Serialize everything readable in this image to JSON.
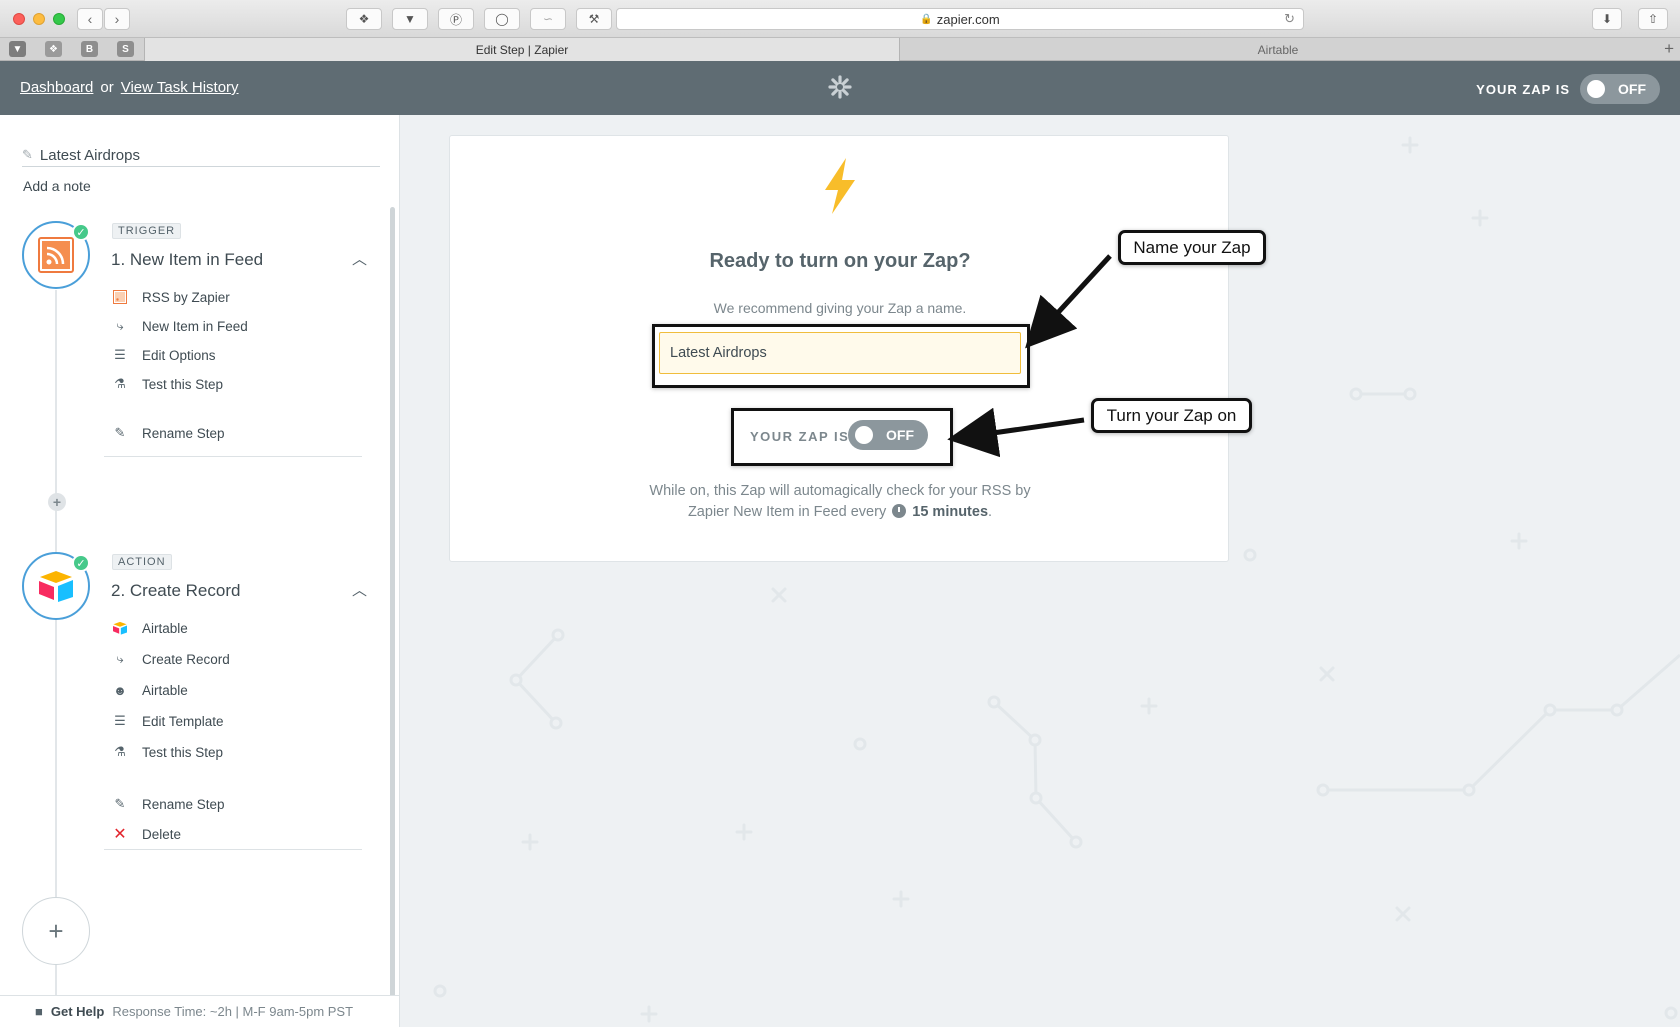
{
  "browser": {
    "url": "zapier.com",
    "tabs": [
      {
        "title": "Edit Step | Zapier",
        "active": true
      },
      {
        "title": "Airtable",
        "active": false
      }
    ],
    "favorites": [
      "pocket-icon",
      "bird-icon",
      "B",
      "S"
    ]
  },
  "header": {
    "dashboard": "Dashboard",
    "or": "or",
    "task_history": "View Task History",
    "zap_status_label": "YOUR ZAP IS",
    "toggle_label": "OFF",
    "logo_icon": "zapier-asterisk-icon"
  },
  "sidebar": {
    "zap_name": "Latest Airdrops",
    "add_note": "Add a note",
    "steps": [
      {
        "tag": "TRIGGER",
        "title": "1. New Item in Feed",
        "app_icon": "rss-icon",
        "items": [
          {
            "label": "RSS by Zapier",
            "icon": "rss-icon"
          },
          {
            "label": "New Item in Feed",
            "icon": "bolt-icon"
          },
          {
            "label": "Edit Options",
            "icon": "lines-icon"
          },
          {
            "label": "Test this Step",
            "icon": "flask-icon"
          },
          {
            "label": "Rename Step",
            "icon": "pencil-icon"
          }
        ]
      },
      {
        "tag": "ACTION",
        "title": "2. Create Record",
        "app_icon": "airtable-icon",
        "items": [
          {
            "label": "Airtable",
            "icon": "airtable-icon"
          },
          {
            "label": "Create Record",
            "icon": "bolt-icon"
          },
          {
            "label": "Airtable",
            "icon": "user-icon"
          },
          {
            "label": "Edit Template",
            "icon": "lines-icon"
          },
          {
            "label": "Test this Step",
            "icon": "flask-icon"
          },
          {
            "label": "Rename Step",
            "icon": "pencil-icon"
          },
          {
            "label": "Delete",
            "icon": "x-icon"
          }
        ]
      }
    ],
    "footer": {
      "get_help": "Get Help",
      "response_time": "Response Time: ~2h | M-F 9am-5pm PST"
    }
  },
  "card": {
    "icon": "bolt-icon",
    "title": "Ready to turn on your Zap?",
    "subtitle": "We recommend giving your Zap a name.",
    "name_value": "Latest Airdrops",
    "zap_status_label": "YOUR ZAP IS",
    "toggle_label": "OFF",
    "desc_prefix": "While on, this Zap will automagically check for your RSS by Zapier New Item in Feed every",
    "desc_interval": "15 minutes",
    "desc_suffix": "."
  },
  "annotations": {
    "name_zap": "Name your Zap",
    "turn_on": "Turn your Zap on"
  },
  "colors": {
    "header_bg": "#5f6c73",
    "accent_blue": "#4a9fd9",
    "success_green": "#46c98a",
    "bolt_yellow": "#f8bd2a",
    "input_border": "#f0bd3c",
    "delete_red": "#e2242c"
  }
}
